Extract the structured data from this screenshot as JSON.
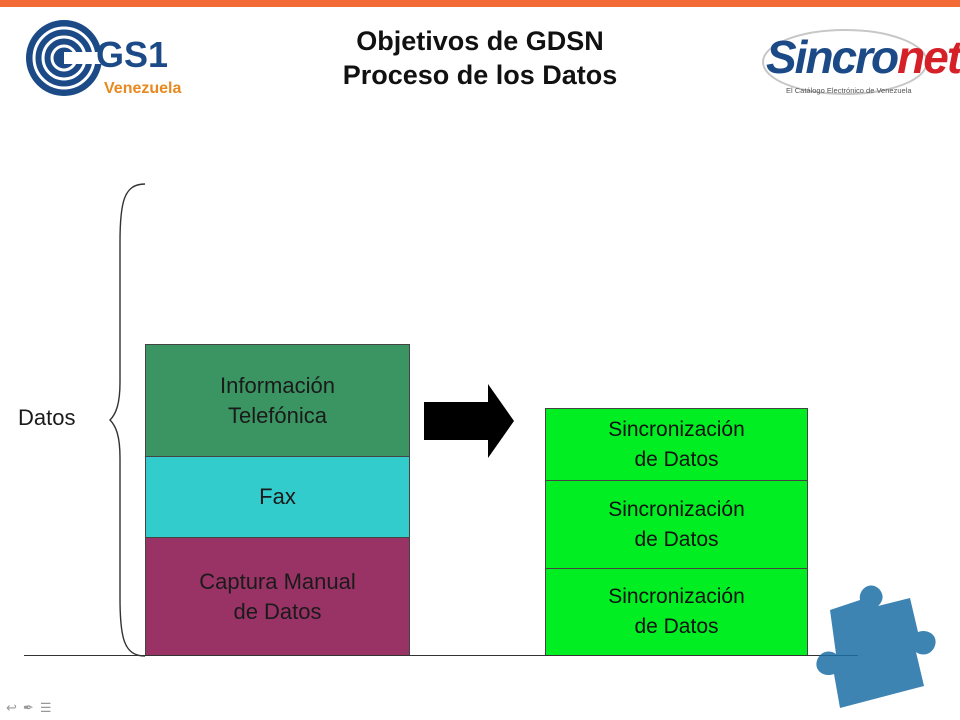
{
  "header": {
    "title_line1": "Objetivos de GDSN",
    "title_line2": "Proceso de los Datos",
    "logo_left": {
      "mark": "GS1",
      "sub": "Venezuela"
    },
    "logo_right": {
      "mark_a": "Sincro",
      "mark_b": "net",
      "tagline": "El Catálogo Electrónico de Venezuela"
    }
  },
  "diagram": {
    "brace_label": "Datos",
    "left_stack": [
      {
        "label": "Información\nTelefónica",
        "color": "#3a9563"
      },
      {
        "label": "Fax",
        "color": "#33cccc"
      },
      {
        "label": "Captura Manual\nde Datos",
        "color": "#993366"
      }
    ],
    "right_stack": [
      {
        "label": "Sincronización\nde Datos",
        "color": "#00ee22"
      },
      {
        "label": "Sincronización\nde Datos",
        "color": "#00ee22"
      },
      {
        "label": "Sincronización\nde Datos",
        "color": "#00ee22"
      }
    ]
  },
  "colors": {
    "accent_bar": "#f26b36",
    "brand_blue": "#1b4a87",
    "arrow": "#000000"
  }
}
